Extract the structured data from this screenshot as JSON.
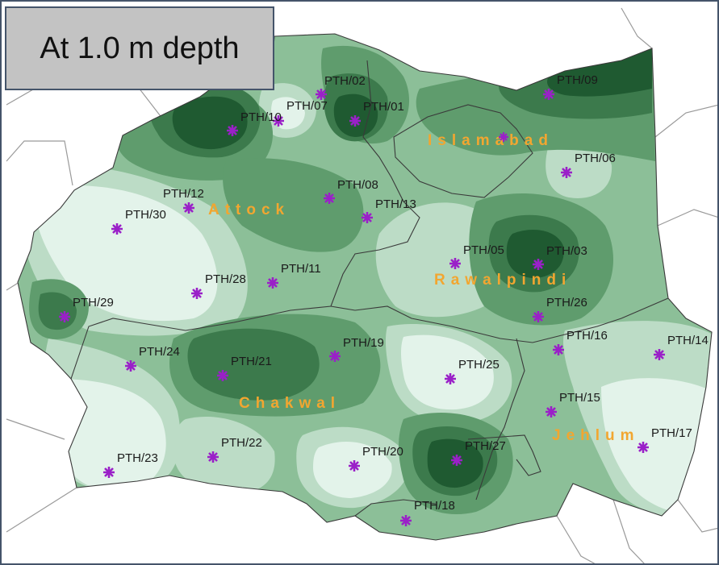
{
  "title": "At 1.0 m depth",
  "colors": {
    "band_1": "#e3f3ea",
    "band_2": "#bcdcc6",
    "band_3": "#8cbf98",
    "band_4": "#5f9c6d",
    "band_5": "#3c7a4c",
    "band_6": "#1f5a31",
    "station_marker": "#9a20c8",
    "district_label": "#f2a630",
    "title_box_fill": "#c3c3c3",
    "title_box_border": "#44546a"
  },
  "districts": [
    "Islamabad",
    "Attock",
    "Rawalpindi",
    "Chakwal",
    "Jehlum"
  ],
  "stations": [
    "PTH/01",
    "PTH/02",
    "PTH/03",
    "PTH/05",
    "PTH/06",
    "PTH/07",
    "PTH/08",
    "PTH/09",
    "PTH/10",
    "PTH/11",
    "PTH/12",
    "PTH/13",
    "PTH/14",
    "PTH/15",
    "PTH/16",
    "PTH/17",
    "PTH/18",
    "PTH/19",
    "PTH/20",
    "PTH/21",
    "PTH/22",
    "PTH/23",
    "PTH/24",
    "PTH/25",
    "PTH/26",
    "PTH/27",
    "PTH/28",
    "PTH/29",
    "PTH/30"
  ]
}
